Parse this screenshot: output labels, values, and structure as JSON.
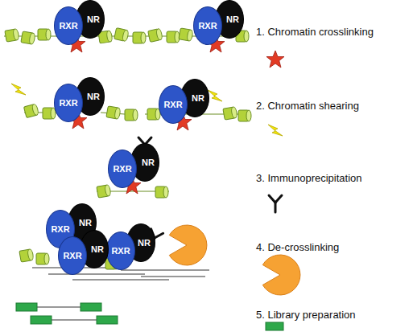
{
  "diagram": {
    "nodes": [
      {
        "text": [
          "RXR"
        ]
      },
      {
        "text": [
          "NR"
        ]
      },
      {
        "text": [
          "RXR"
        ]
      },
      {
        "text": [
          "NR"
        ]
      },
      {
        "text": [
          "RXR"
        ]
      },
      {
        "text": [
          "NR"
        ]
      },
      {
        "text": [
          "RXR"
        ]
      },
      {
        "text": [
          "NR"
        ]
      },
      {
        "text": [
          "RXR"
        ]
      },
      {
        "text": [
          "NR"
        ]
      },
      {
        "text": [
          "RXR"
        ]
      },
      {
        "text": [
          "NR"
        ]
      },
      {
        "text": [
          "RXR"
        ]
      },
      {
        "text": [
          "NR"
        ]
      },
      {
        "text": [
          "RXR"
        ]
      },
      {
        "text": [
          "NR"
        ]
      }
    ],
    "legend": [
      {
        "text": "1. Chromatin crosslinking"
      },
      {
        "text": "2. Chromatin shearing"
      },
      {
        "text": "3. Immunoprecipitation"
      },
      {
        "text": "4. De-crosslinking"
      },
      {
        "text": "5. Library preparation"
      }
    ]
  }
}
